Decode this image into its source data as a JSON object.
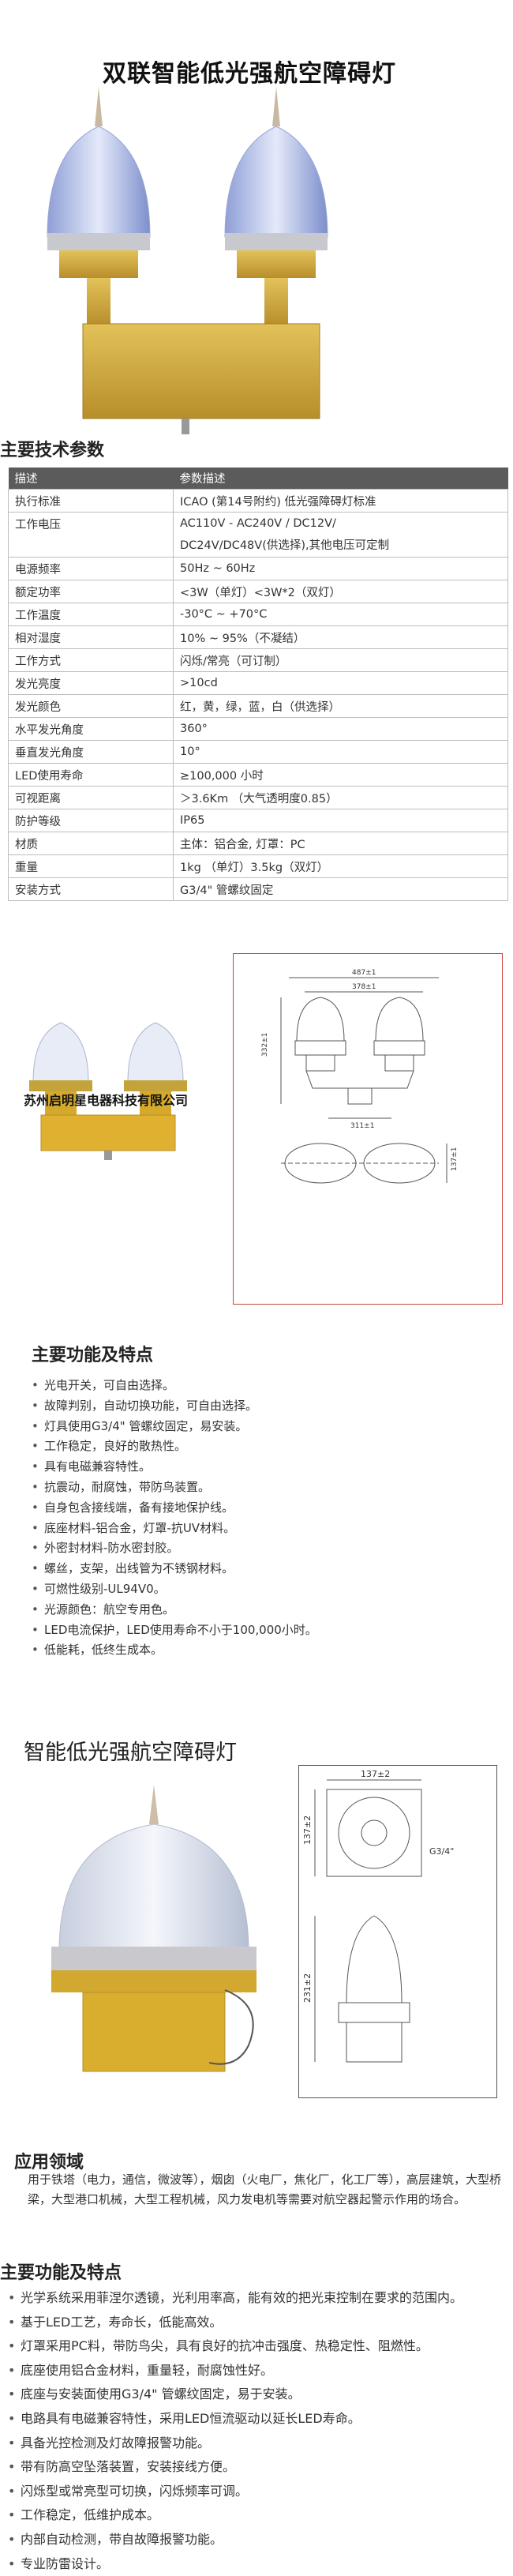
{
  "hero": {
    "title": "双联智能低光强航空障碍灯"
  },
  "specs": {
    "section_title": "主要技术参数",
    "header": [
      "描述",
      "参数描述"
    ],
    "rows": [
      {
        "k": "执行标准",
        "v": "ICAO (第14号附约) 低光强障碍灯标准"
      },
      {
        "k": "工作电压",
        "v": "AC110V - AC240V / DC12V/",
        "v2": "DC24V/DC48V(供选择),其他电压可定制"
      },
      {
        "k": "电源频率",
        "v": "50Hz ~ 60Hz"
      },
      {
        "k": "额定功率",
        "v": "<3W（单灯）<3W*2（双灯）"
      },
      {
        "k": "工作温度",
        "v": "-30°C ~ +70°C"
      },
      {
        "k": "相对湿度",
        "v": "10% ~ 95%（不凝结）"
      },
      {
        "k": "工作方式",
        "v": "闪烁/常亮（可订制）"
      },
      {
        "k": "发光亮度",
        "v": ">10cd"
      },
      {
        "k": "发光颜色",
        "v": "红，黄，绿，蓝，白（供选择）"
      },
      {
        "k": "水平发光角度",
        "v": "360°"
      },
      {
        "k": "垂直发光角度",
        "v": "10°"
      },
      {
        "k": "LED使用寿命",
        "v": "≥100,000 小时"
      },
      {
        "k": "可视距离",
        "v": "＞3.6Km （大气透明度0.85）"
      },
      {
        "k": "防护等级",
        "v": "IP65"
      },
      {
        "k": "材质",
        "v": "主体：铝合金, 灯罩：PC"
      },
      {
        "k": "重量",
        "v": "1kg （单灯）3.5kg（双灯）"
      },
      {
        "k": "安装方式",
        "v": "G3/4\" 管螺纹固定"
      }
    ]
  },
  "product1": {
    "watermark": "苏州启明星电器科技有限公司",
    "drawing": {
      "width_label": "487±1",
      "inner_label": "378±1",
      "height_label": "332±1",
      "base_label": "311±1",
      "side_label": "137±1"
    }
  },
  "features1": {
    "title": "主要功能及特点",
    "items": [
      "光电开关，可自由选择。",
      "故障判别，自动切换功能，可自由选择。",
      "灯具使用G3/4\" 管螺纹固定，易安装。",
      "工作稳定，良好的散热性。",
      "具有电磁兼容特性。",
      "抗震动，耐腐蚀，带防鸟装置。",
      "自身包含接线端，备有接地保护线。",
      "底座材料-铝合金，灯罩-抗UV材料。",
      "外密封材料-防水密封胶。",
      "螺丝，支架，出线管为不锈钢材料。",
      "可燃性级别-UL94V0。",
      "光源颜色：航空专用色。",
      "LED电流保护，LED使用寿命不小于100,000小时。",
      "低能耗，低终生成本。"
    ]
  },
  "product2": {
    "title": "智能低光强航空障碍灯",
    "drawing": {
      "top_width": "137±2",
      "top_height": "137±2",
      "thread": "G3/4\"",
      "side_height": "231±2"
    }
  },
  "application": {
    "title": "应用领域",
    "text": "用于铁塔（电力，通信，微波等），烟囱（火电厂，焦化厂，化工厂等），高层建筑，大型桥梁，大型港口机械，大型工程机械，风力发电机等需要对航空器起警示作用的场合。"
  },
  "features2": {
    "title": "主要功能及特点",
    "items": [
      "光学系统采用菲涅尔透镜，光利用率高，能有效的把光束控制在要求的范围内。",
      "基于LED工艺，寿命长，低能高效。",
      "灯罩采用PC料，带防鸟尖，具有良好的抗冲击强度、热稳定性、阻燃性。",
      "底座使用铝合金材料，重量轻，耐腐蚀性好。",
      "底座与安装面使用G3/4\" 管螺纹固定，易于安装。",
      "电路具有电磁兼容特性，采用LED恒流驱动以延长LED寿命。",
      "具备光控检测及灯故障报警功能。",
      "带有防高空坠落装置，安装接线方便。",
      "闪烁型或常亮型可切换，闪烁频率可调。",
      "工作稳定，低维护成本。",
      "内部自动检测，带自故障报警功能。",
      "专业防雷设计。"
    ]
  },
  "colors": {
    "housing": "#c9a23a",
    "header_bg": "#5b5b5b",
    "drawing_red": "#c8453b"
  }
}
